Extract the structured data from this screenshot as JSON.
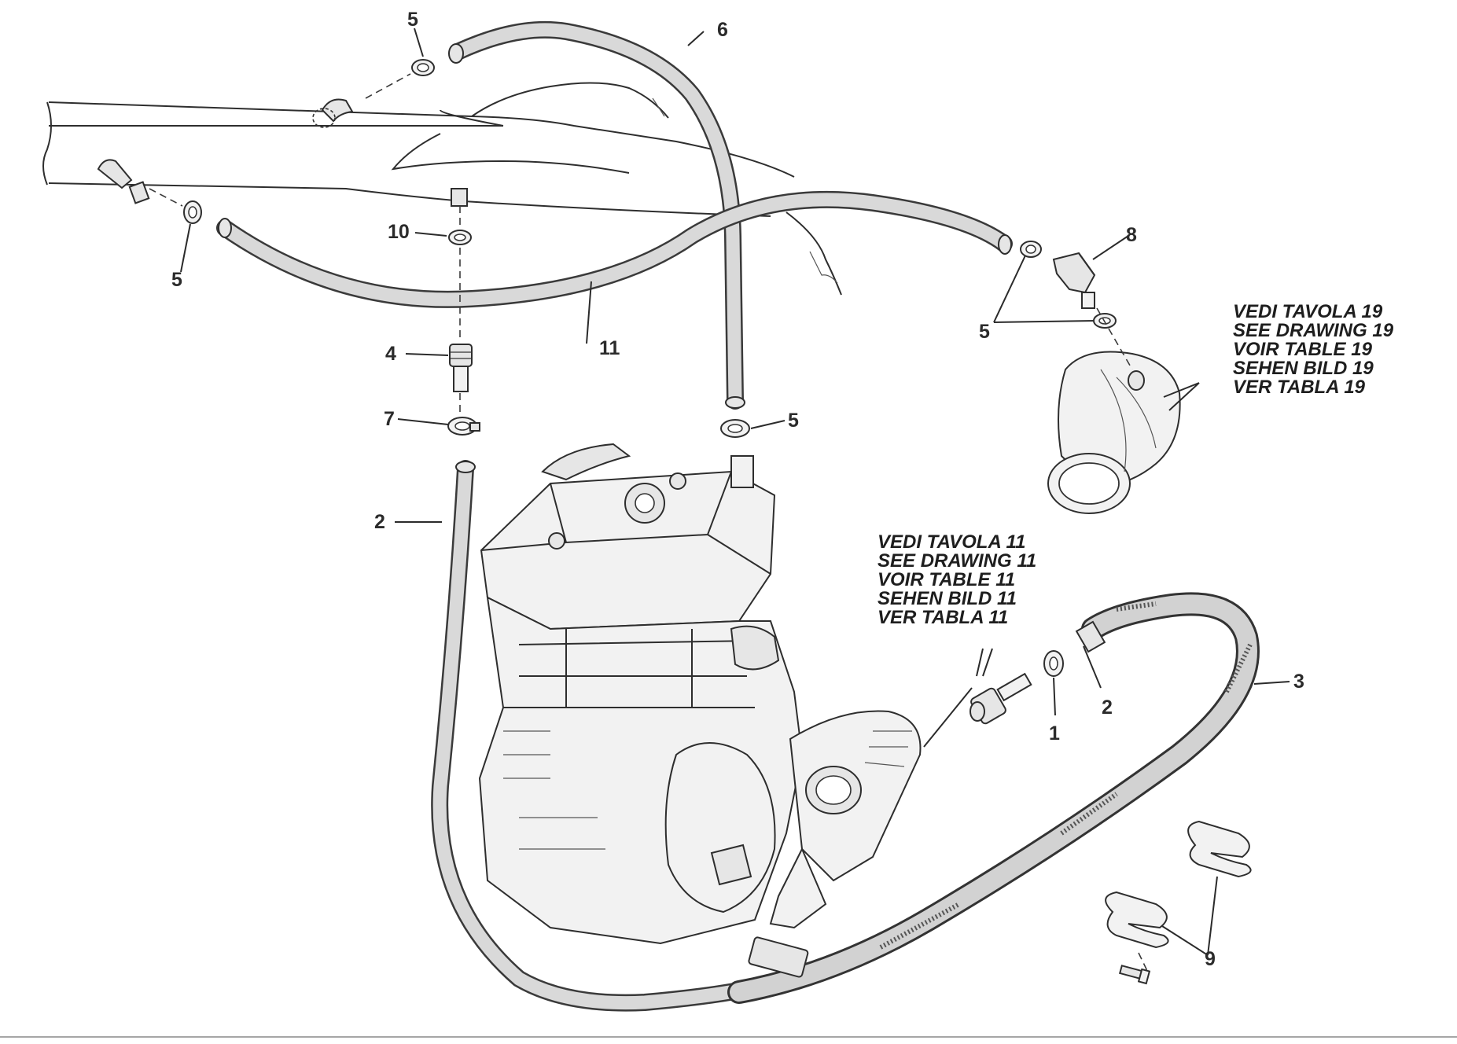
{
  "callouts": {
    "c5_top": "5",
    "c6": "6",
    "c5_left": "5",
    "c10": "10",
    "c11": "11",
    "c8": "8",
    "c5_right": "5",
    "c4": "4",
    "c7": "7",
    "c5_mid": "5",
    "c2_left": "2",
    "c3": "3",
    "c2_right": "2",
    "c1": "1",
    "c9": "9"
  },
  "reference_blocks": {
    "drawing_19": [
      "VEDI TAVOLA 19",
      "SEE DRAWING 19",
      "VOIR TABLE 19",
      "SEHEN BILD 19",
      "VER TABLA 19"
    ],
    "drawing_11": [
      "VEDI TAVOLA 11",
      "SEE DRAWING 11",
      "VOIR TABLE 11",
      "SEHEN BILD 11",
      "VER TABLA 11"
    ]
  },
  "colors": {
    "line": "#2e2e2e",
    "hose_fill": "#d9d9d9",
    "part_fill": "#e6e6e6",
    "background": "#ffffff"
  }
}
